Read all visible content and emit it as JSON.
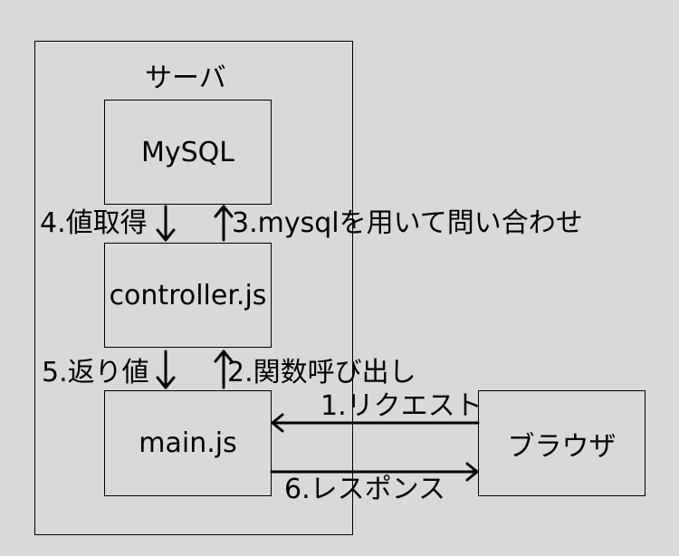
{
  "diagram": {
    "server": {
      "label": "サーバ"
    },
    "nodes": {
      "mysql": "MySQL",
      "controller": "controller.js",
      "main": "main.js",
      "browser": "ブラウザ"
    },
    "edges": {
      "request": "1.リクエスト",
      "call_function": "2.関数呼び出し",
      "query_mysql": "3.mysqlを用いて問い合わせ",
      "get_value": "4.値取得",
      "return_value": "5.返り値",
      "response": "6.レスポンス"
    },
    "colors": {
      "background": "#d9d9d9",
      "line": "#000000"
    }
  }
}
